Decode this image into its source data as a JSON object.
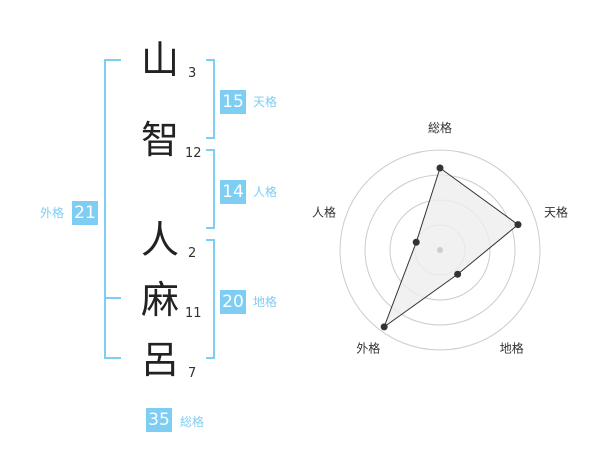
{
  "name_chars": [
    {
      "char": "山",
      "strokes": "3"
    },
    {
      "char": "智",
      "strokes": "12"
    },
    {
      "char": "人",
      "strokes": "2"
    },
    {
      "char": "麻",
      "strokes": "11"
    },
    {
      "char": "呂",
      "strokes": "7"
    }
  ],
  "fortunes": {
    "tenkaku": {
      "value": "15",
      "label": "天格"
    },
    "jinkaku": {
      "value": "14",
      "label": "人格"
    },
    "chikaku": {
      "value": "20",
      "label": "地格"
    },
    "gaikaku": {
      "value": "21",
      "label": "外格"
    },
    "soukaku": {
      "value": "35",
      "label": "総格"
    }
  },
  "colors": {
    "accent": "#7ecdf3",
    "text": "#222222",
    "grid": "#cccccc",
    "fill": "#eeeeee"
  },
  "chart_data": {
    "type": "radar",
    "axes": [
      "総格",
      "天格",
      "地格",
      "外格",
      "人格"
    ],
    "values": [
      0.82,
      0.82,
      0.3,
      0.95,
      0.25
    ],
    "max": 1,
    "rings": 4
  }
}
